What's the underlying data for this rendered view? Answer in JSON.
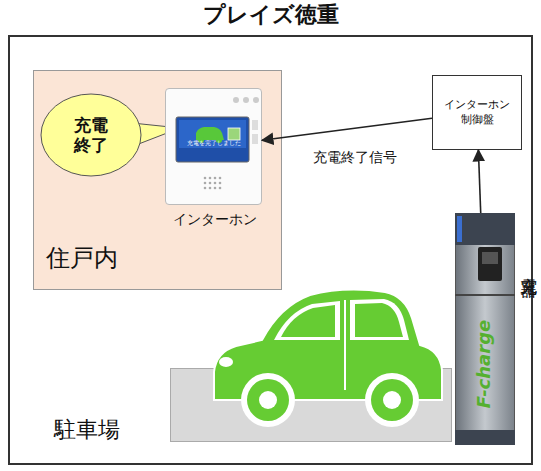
{
  "diagram": {
    "nodes": [
      {
        "text": [
          "プレイズ徳重"
        ]
      },
      {
        "text": [
          "住戸内"
        ],
        "in": 0
      },
      {
        "text": [
          "充電 終了"
        ],
        "in": 1
      },
      {
        "text": [
          "充電を完了しました",
          "インターホン"
        ],
        "in": 1
      },
      {
        "text": [
          "インターホン 制御盤"
        ],
        "in": 0
      },
      {
        "text": [
          "充電器",
          "F-charge"
        ],
        "in": 0
      },
      {
        "text": [
          "駐車場"
        ],
        "in": 0
      }
    ],
    "edges": [
      {
        "from": 4,
        "to": 3,
        "label": "充電終了信号",
        "arrow": "to"
      },
      {
        "from": 5,
        "to": 4,
        "arrow": "to"
      }
    ]
  }
}
